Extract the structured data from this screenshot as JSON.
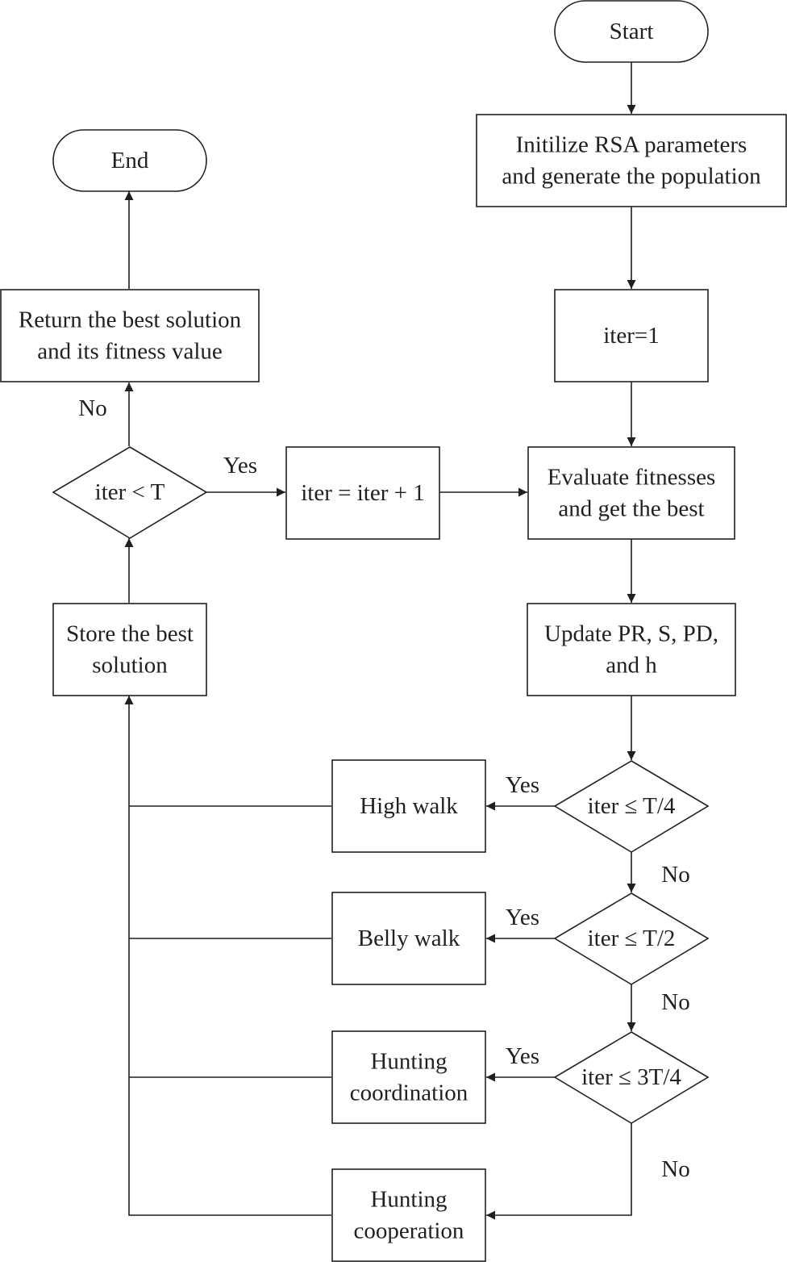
{
  "nodes": {
    "start": {
      "lines": [
        "Start"
      ]
    },
    "init": {
      "lines": [
        "Initilize RSA parameters",
        "and generate the population"
      ]
    },
    "iter_init": {
      "lines": [
        "iter=1"
      ]
    },
    "evaluate": {
      "lines": [
        "Evaluate fitnesses",
        "and get the best"
      ]
    },
    "update": {
      "lines": [
        "Update PR, S, PD,",
        "and h"
      ]
    },
    "cond_quarter": {
      "lines": [
        "iter ≤ T/4"
      ]
    },
    "cond_half": {
      "lines": [
        "iter ≤ T/2"
      ]
    },
    "cond_three_quarter": {
      "lines": [
        "iter ≤ 3T/4"
      ]
    },
    "high_walk": {
      "lines": [
        "High walk"
      ]
    },
    "belly_walk": {
      "lines": [
        "Belly walk"
      ]
    },
    "hunting_coordination": {
      "lines": [
        "Hunting",
        "coordination"
      ]
    },
    "hunting_cooperation": {
      "lines": [
        "Hunting",
        "cooperation"
      ]
    },
    "store_best": {
      "lines": [
        "Store the best",
        "solution"
      ]
    },
    "cond_loop": {
      "lines": [
        "iter < T"
      ]
    },
    "increment": {
      "lines": [
        "iter = iter + 1"
      ]
    },
    "return_best": {
      "lines": [
        "Return the best solution",
        "and its fitness value"
      ]
    },
    "end": {
      "lines": [
        "End"
      ]
    }
  },
  "edge_labels": {
    "loop_yes": "Yes",
    "loop_no": "No",
    "quarter_yes": "Yes",
    "quarter_no": "No",
    "half_yes": "Yes",
    "half_no": "No",
    "three_quarter_yes": "Yes",
    "three_quarter_no": "No"
  }
}
